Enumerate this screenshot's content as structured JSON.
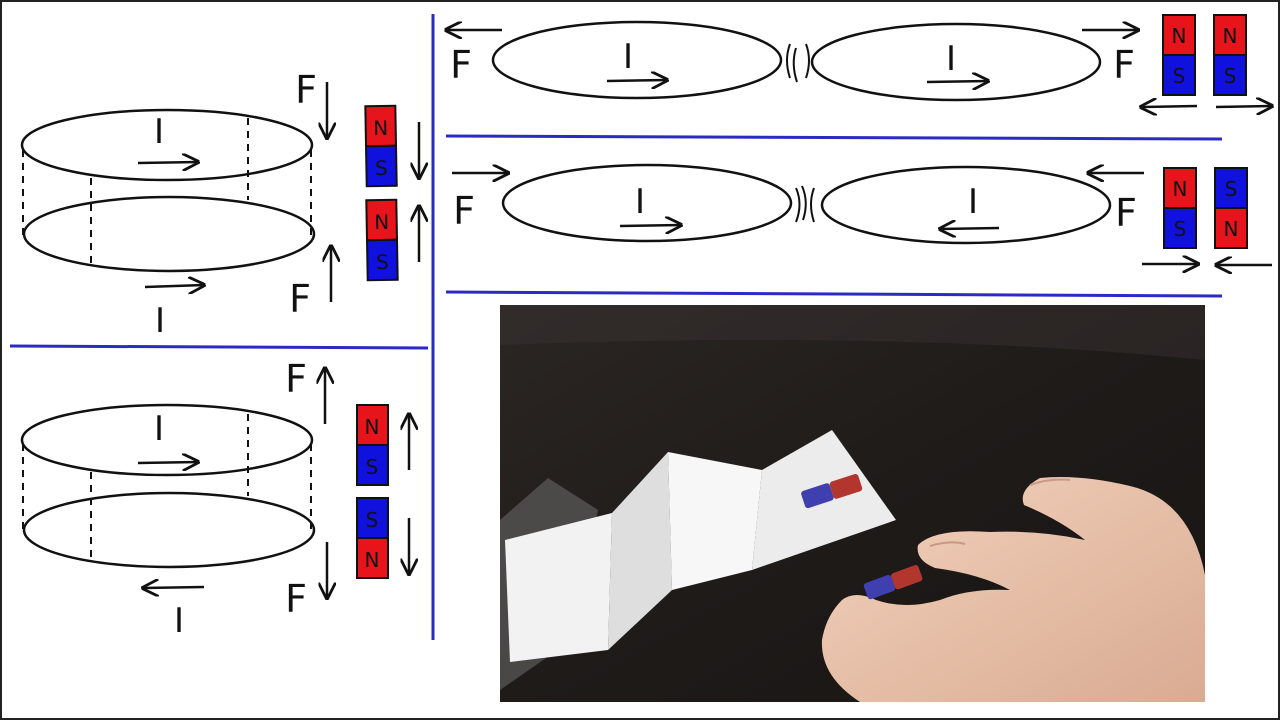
{
  "labels": {
    "current": "I",
    "force": "F",
    "north": "N",
    "south": "S"
  },
  "colors": {
    "north": "#e8141c",
    "south": "#1111dd",
    "divider": "#2b2bc4",
    "ink": "#111111"
  },
  "photo": {
    "description_icon": "photo-of-magnets-on-folded-paper"
  }
}
